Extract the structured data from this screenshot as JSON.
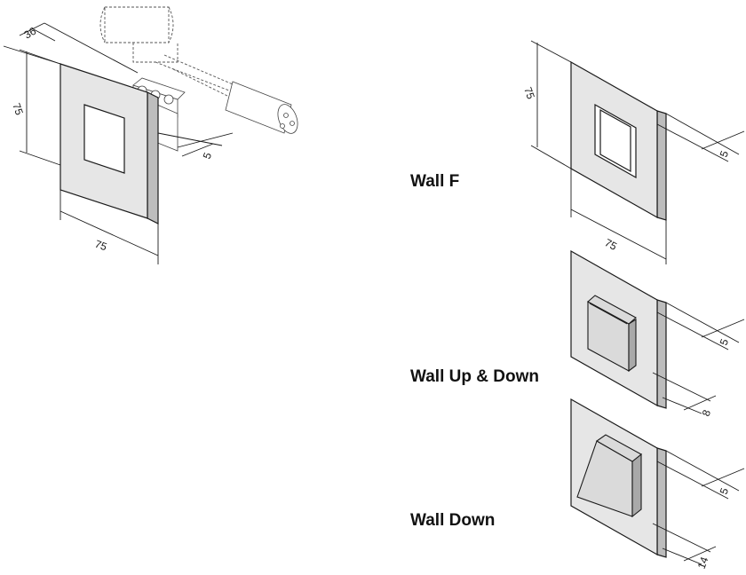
{
  "diagram": {
    "main_view": {
      "dims": {
        "depth": "36",
        "height": "75",
        "width": "75",
        "thickness": "5"
      }
    },
    "variants": [
      {
        "label": "Wall F",
        "dims": {
          "height": "75",
          "width": "75",
          "thickness": "5"
        }
      },
      {
        "label": "Wall Up & Down",
        "dims": {
          "thickness": "5",
          "projection": "8"
        }
      },
      {
        "label": "Wall Down",
        "dims": {
          "thickness": "5",
          "projection": "14"
        }
      }
    ]
  }
}
